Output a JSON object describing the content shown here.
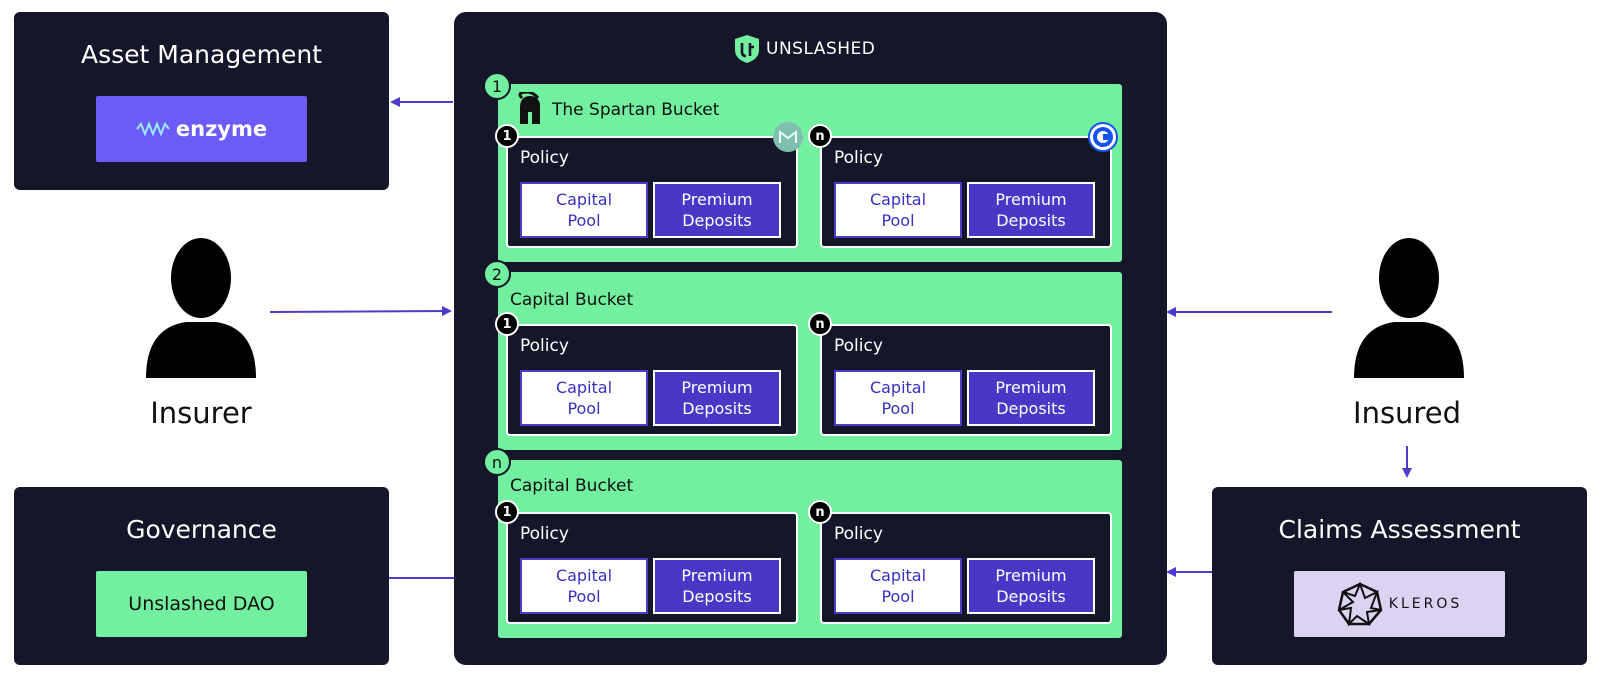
{
  "colors": {
    "dark": "#16162a",
    "green": "#72ef9f",
    "purple": "#4a37c6",
    "arrow": "#4b3cc9",
    "enzyme": "#6c5cf5",
    "kleros": "#dcd3f3"
  },
  "asset_management": {
    "title": "Asset Management",
    "logo_text": "enzyme"
  },
  "governance": {
    "title": "Governance",
    "badge": "Unslashed DAO"
  },
  "claims": {
    "title": "Claims Assessment",
    "logo_text": "KLEROS"
  },
  "insurer": {
    "label": "Insurer"
  },
  "insured": {
    "label": "Insured"
  },
  "brand": {
    "name": "UNSLASHED"
  },
  "buckets": [
    {
      "num": "1",
      "title": "The Spartan Bucket",
      "policies": [
        {
          "num": "1",
          "title": "Policy",
          "capital": [
            "Capital",
            "Pool"
          ],
          "premium": [
            "Premium",
            "Deposits"
          ]
        },
        {
          "num": "n",
          "title": "Policy",
          "capital": [
            "Capital",
            "Pool"
          ],
          "premium": [
            "Premium",
            "Deposits"
          ]
        }
      ]
    },
    {
      "num": "2",
      "title": "Capital Bucket",
      "policies": [
        {
          "num": "1",
          "title": "Policy",
          "capital": [
            "Capital",
            "Pool"
          ],
          "premium": [
            "Premium",
            "Deposits"
          ]
        },
        {
          "num": "n",
          "title": "Policy",
          "capital": [
            "Capital",
            "Pool"
          ],
          "premium": [
            "Premium",
            "Deposits"
          ]
        }
      ]
    },
    {
      "num": "n",
      "title": "Capital Bucket",
      "policies": [
        {
          "num": "1",
          "title": "Policy",
          "capital": [
            "Capital",
            "Pool"
          ],
          "premium": [
            "Premium",
            "Deposits"
          ]
        },
        {
          "num": "n",
          "title": "Policy",
          "capital": [
            "Capital",
            "Pool"
          ],
          "premium": [
            "Premium",
            "Deposits"
          ]
        }
      ]
    }
  ]
}
